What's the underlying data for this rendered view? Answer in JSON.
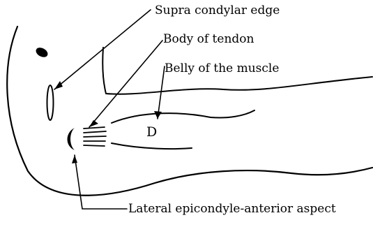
{
  "labels": {
    "supra_condylar_edge": "Supra condylar edge",
    "body_of_tendon": "Body of tendon",
    "belly_of_muscle": "Belly of the muscle",
    "lateral_epicondyle": "Lateral epicondyle-anterior aspect",
    "belly_marker": "D"
  },
  "colors": {
    "ink": "#000000",
    "background": "#ffffff"
  }
}
